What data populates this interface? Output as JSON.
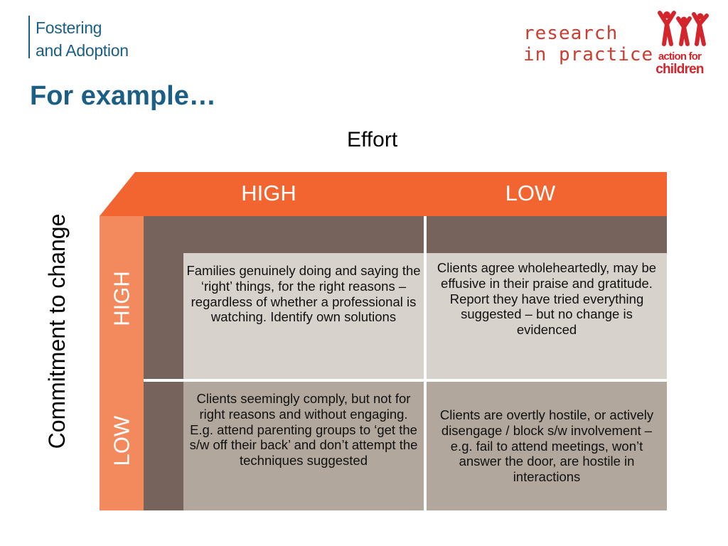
{
  "header": {
    "brand_left": {
      "line1": "Fostering",
      "line2": "and Adoption"
    },
    "brand_mid": {
      "line1": "research",
      "line2": "in practice"
    },
    "brand_right": {
      "line1": "action for",
      "line2": "children"
    }
  },
  "title": "For example…",
  "colors": {
    "title_blue": "#1b5e86",
    "orange_dark": "#f26530",
    "orange_light": "#f28a5e",
    "brown": "#75635c",
    "cell_light": "#d8d2cc",
    "cell_mid": "#b1a79c",
    "logo_red": "#d4252c"
  },
  "matrix": {
    "x_axis_label": "Effort",
    "y_axis_label": "Commitment to change",
    "columns": [
      "HIGH",
      "LOW"
    ],
    "rows": [
      "HIGH",
      "LOW"
    ],
    "cells": {
      "high_high": "Families genuinely doing and saying the ‘right’ things, for the right reasons – regardless of whether a professional is watching. Identify own solutions",
      "high_low": "Clients agree wholeheartedly, may be effusive in their praise and gratitude. Report they have tried everything suggested – but no change is evidenced",
      "low_high": "Clients seemingly comply, but not for right reasons and without engaging. E.g. attend parenting groups to ‘get the s/w off their back’ and don’t attempt the techniques suggested",
      "low_low": "Clients are overtly hostile, or actively disengage / block s/w involvement – e.g. fail to attend meetings, won’t answer the door, are hostile in interactions"
    }
  }
}
